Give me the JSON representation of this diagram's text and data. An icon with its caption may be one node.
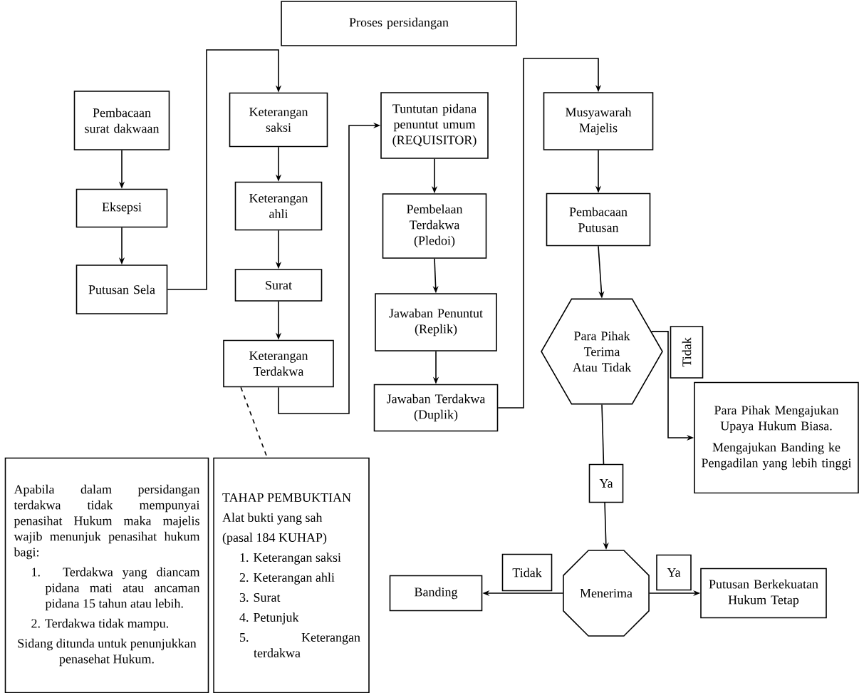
{
  "diagram": {
    "nodes": [
      {
        "text": [
          "Proses persidangan"
        ]
      },
      {
        "text": [
          "Pembacaan surat dakwaan"
        ]
      },
      {
        "text": [
          "Eksepsi"
        ]
      },
      {
        "text": [
          "Putusan Sela"
        ]
      },
      {
        "text": [
          "Keterangan saksi"
        ]
      },
      {
        "text": [
          "Keterangan ahli"
        ]
      },
      {
        "text": [
          "Surat"
        ]
      },
      {
        "text": [
          "Keterangan Terdakwa"
        ]
      },
      {
        "text": [
          "Tuntutan pidana penuntut umum (REQUISITOR)"
        ]
      },
      {
        "text": [
          "Pembelaan Terdakwa (Pledoi)"
        ]
      },
      {
        "text": [
          "Jawaban Penuntut (Replik)"
        ]
      },
      {
        "text": [
          "Jawaban Terdakwa (Duplik)"
        ]
      },
      {
        "text": [
          "Musyawarah Majelis"
        ]
      },
      {
        "text": [
          "Pembacaan Putusan"
        ]
      },
      {
        "text": [
          "Para Pihak Terima Atau Tidak"
        ]
      },
      {
        "text": [
          "Para Pihak Mengajukan Upaya Hukum Biasa.",
          "Mengajukan Banding ke Pengadilan yang lebih tinggi"
        ]
      },
      {
        "text": [
          "Menerima"
        ]
      },
      {
        "text": [
          "Banding"
        ]
      },
      {
        "text": [
          "Putusan Berkekuatan Hukum Tetap"
        ]
      },
      {
        "text": [
          "Apabila dalam persidangan terdakwa tidak mempunyai penasihat Hukum maka majelis wajib menunjuk penasihat hukum bagi:",
          "1. Terdakwa yang diancam pidana mati atau ancaman pidana 15 tahun atau lebih.",
          "2. Terdakwa tidak mampu.",
          "Sidang ditunda untuk penunjukkan penasehat Hukum."
        ]
      },
      {
        "text": [
          "TAHAP PEMBUKTIAN",
          "Alat bukti yang sah",
          "(pasal 184 KUHAP)",
          "1. Keterangan saksi",
          "2. Keterangan ahli",
          "3. Surat",
          "4. Petunjuk",
          "5. Keterangan terdakwa"
        ]
      }
    ],
    "edges": [
      {
        "from": 1,
        "to": 2,
        "arrow": "to"
      },
      {
        "from": 2,
        "to": 3,
        "arrow": "to"
      },
      {
        "from": 3,
        "to": 4,
        "arrow": "to"
      },
      {
        "from": 4,
        "to": 5,
        "arrow": "to"
      },
      {
        "from": 5,
        "to": 6,
        "arrow": "to"
      },
      {
        "from": 6,
        "to": 7,
        "arrow": "to"
      },
      {
        "from": 7,
        "to": 8,
        "arrow": "to"
      },
      {
        "from": 8,
        "to": 9,
        "arrow": "to"
      },
      {
        "from": 9,
        "to": 10,
        "arrow": "to"
      },
      {
        "from": 10,
        "to": 11,
        "arrow": "to"
      },
      {
        "from": 11,
        "to": 12,
        "arrow": "to"
      },
      {
        "from": 12,
        "to": 13,
        "arrow": "to"
      },
      {
        "from": 13,
        "to": 14,
        "arrow": "to"
      },
      {
        "from": 14,
        "to": 15,
        "arrow": "to",
        "label": "Tidak"
      },
      {
        "from": 14,
        "to": 16,
        "arrow": "to",
        "label": "Ya"
      },
      {
        "from": 16,
        "to": 17,
        "arrow": "to",
        "label": "Tidak"
      },
      {
        "from": 16,
        "to": 18,
        "arrow": "to",
        "label": "Ya"
      },
      {
        "from": 7,
        "to": 20,
        "arrow": "none",
        "style": "dashed"
      }
    ]
  }
}
